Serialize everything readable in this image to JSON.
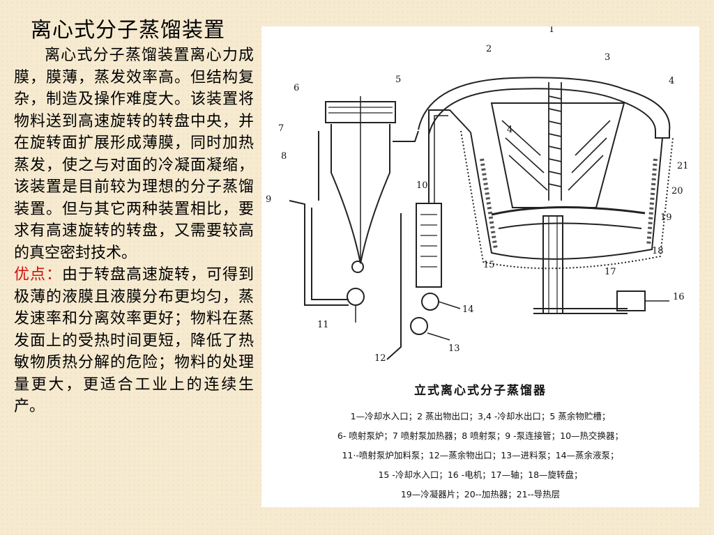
{
  "title": "离心式分子蒸馏装置",
  "body": {
    "paragraph1": "离心式分子蒸馏装置离心力成膜，膜薄，蒸发效率高。但结构复杂，制造及操作难度大。该装置将物料送到高速旋转的转盘中央，并在旋转面扩展形成薄膜，同时加热蒸发，使之与对面的冷凝面凝缩，该装置是目前较为理想的分子蒸馏装置。但与其它两种装置相比，要求有高速旋转的转盘，又需要较高的真空密封技术。",
    "advantage_label": "优点：",
    "advantage_text": "由于转盘高速旋转，可得到极薄的液膜且液膜分布更均匀，蒸发速率和分离效率更好；物料在蒸发面上的受热时间更短，降低了热敏物质热分解的危险；物料的处理量更大，更适合工业上的连续生产。"
  },
  "figure": {
    "caption_title": "立式离心式分子蒸馏器",
    "legend_lines": [
      "1—冷却水入口；2  蒸出物出口；3,4 -冷却水出口；5  蒸余物贮槽；",
      "6- 喷射泵炉；7  喷射泵加热器；8  喷射泵；9 -泵连接管；10—热交换器；",
      "11·-喷射泵炉加料泵；12—蒸余物出口；13—进料泵；14—蒸余液泵；",
      "15 -冷却水入口；16 -电机；17—轴；18—旋转盘；",
      "19—冷凝器片；20--加热器；21--导热层"
    ],
    "part_numbers": [
      "1",
      "2",
      "3",
      "4",
      "5",
      "6",
      "7",
      "8",
      "9",
      "10",
      "11",
      "12",
      "13",
      "14",
      "15",
      "16",
      "17",
      "18",
      "19",
      "20",
      "21"
    ]
  }
}
